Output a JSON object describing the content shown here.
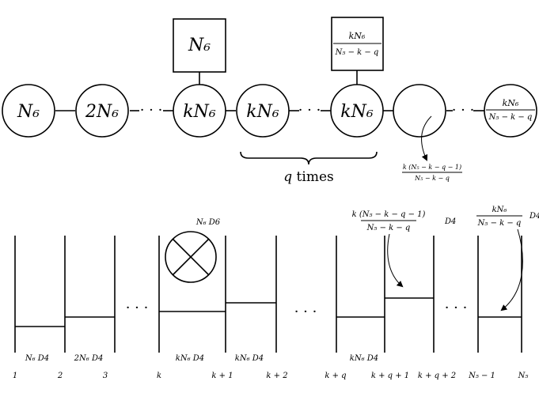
{
  "quiver": {
    "nodes": [
      {
        "label": "N₆"
      },
      {
        "label": "2N₆"
      },
      {
        "label": "kN₆"
      },
      {
        "label": "kN₆"
      },
      {
        "label": "kN₆"
      },
      {
        "label": ""
      },
      {
        "label_num": "kN₆",
        "label_den": "N₅ − k − q"
      }
    ],
    "flavor_boxes": [
      {
        "label": "N₆"
      },
      {
        "label_num": "kN₆",
        "label_den": "N₅ − k − q"
      }
    ],
    "dots": "· · ·",
    "brace_label_var": "q",
    "brace_label_text": " times",
    "annotation_num": "k (N₅ − k − q − 1)",
    "annotation_den": "N₅ − k − q"
  },
  "brane": {
    "d6_label": "N₆ D6",
    "stack_labels": [
      "N₆ D4",
      "2N₆ D4",
      "kN₆ D4",
      "kN₆ D4",
      "kN₆ D4"
    ],
    "dots": "· · ·",
    "top_fraction_1_num": "k (N₅ − k − q − 1)",
    "top_fraction_1_den": "N₅ − k − q",
    "top_fraction_1_suffix": "D4",
    "top_fraction_2_num": "kN₆",
    "top_fraction_2_den": "N₅ − k − q",
    "top_fraction_2_suffix": "D4",
    "ns5_labels": [
      "1",
      "2",
      "3",
      "k",
      "k + 1",
      "k + 2",
      "k + q",
      "k + q + 1",
      "k + q + 2",
      "N₅ − 1",
      "N₅"
    ]
  }
}
